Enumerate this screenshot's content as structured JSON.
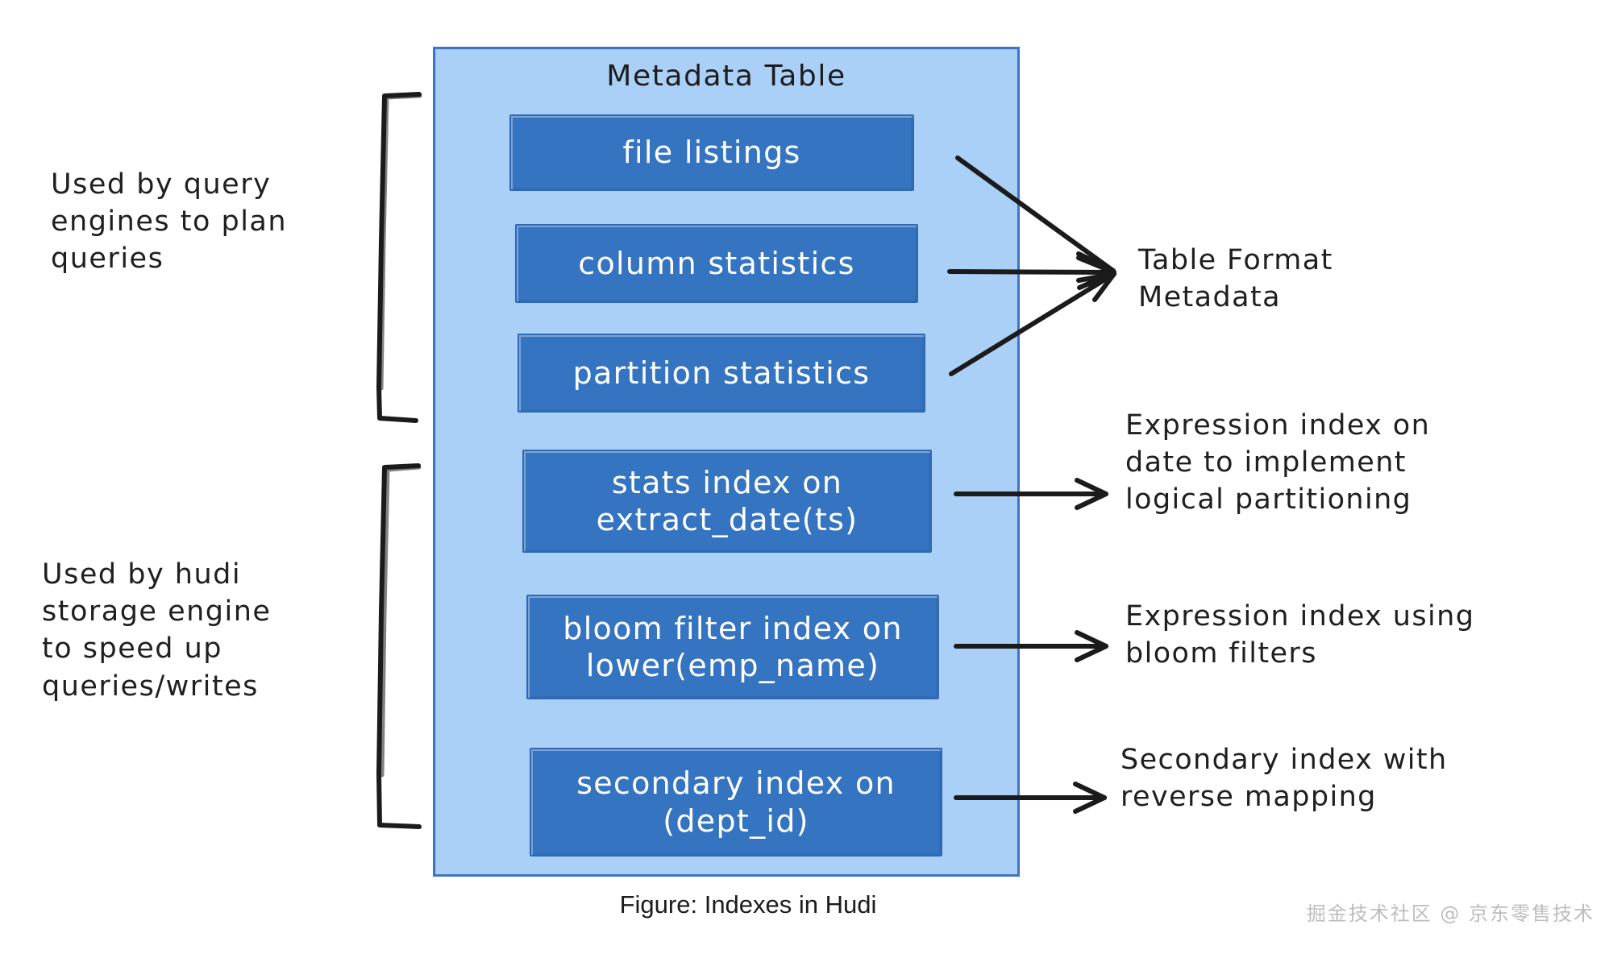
{
  "figure": {
    "caption": "Figure: Indexes in Hudi",
    "watermark": "掘金技术社区 @ 京东零售技术"
  },
  "metadata_table": {
    "title": "Metadata Table",
    "container_fill": "#ABD0F7",
    "container_border": "#3D74C4",
    "box_fill": "#3574C0",
    "box_text_color": "#FFFFFF",
    "boxes": [
      {
        "id": "file-listings",
        "label": "file listings",
        "group": "table-format"
      },
      {
        "id": "column-statistics",
        "label": "column statistics",
        "group": "table-format"
      },
      {
        "id": "partition-statistics",
        "label": "partition statistics",
        "group": "table-format"
      },
      {
        "id": "stats-index",
        "label": "stats index on\nextract_date(ts)",
        "group": "hudi-engine"
      },
      {
        "id": "bloom-filter-index",
        "label": "bloom filter index on\nlower(emp_name)",
        "group": "hudi-engine"
      },
      {
        "id": "secondary-index",
        "label": "secondary index on\n(dept_id)",
        "group": "hudi-engine"
      }
    ]
  },
  "left_annotations": [
    {
      "id": "query-engines",
      "text": "Used by query\nengines to plan\nqueries",
      "brackets": [
        "file-listings",
        "column-statistics",
        "partition-statistics"
      ]
    },
    {
      "id": "hudi-engine",
      "text": "Used by hudi\nstorage engine\nto speed up\nqueries/writes",
      "brackets": [
        "stats-index",
        "bloom-filter-index",
        "secondary-index"
      ]
    }
  ],
  "right_annotations": [
    {
      "id": "table-format-metadata",
      "text": "Table Format\nMetadata",
      "points_from": [
        "file-listings",
        "column-statistics",
        "partition-statistics"
      ]
    },
    {
      "id": "expression-index-date",
      "text": "Expression index on\ndate to implement\nlogical partitioning",
      "points_from": [
        "stats-index"
      ]
    },
    {
      "id": "expression-index-bloom",
      "text": "Expression index using\nbloom filters",
      "points_from": [
        "bloom-filter-index"
      ]
    },
    {
      "id": "secondary-index-note",
      "text": "Secondary index with\nreverse mapping",
      "points_from": [
        "secondary-index"
      ]
    }
  ],
  "colors": {
    "ink": "#1E1E1E",
    "light_blue": "#ABD0F7",
    "dark_blue": "#3574C0",
    "border_blue": "#3D74C4",
    "watermark_gray": "#BDBDBD"
  }
}
